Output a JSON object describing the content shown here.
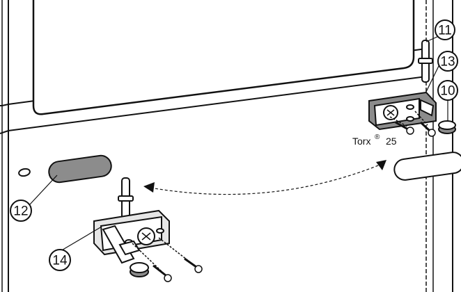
{
  "diagram": {
    "callouts": [
      "10",
      "11",
      "12",
      "13",
      "14"
    ],
    "torx_label": "Torx",
    "torx_mark": "®",
    "torx_size": "25"
  },
  "colors": {
    "line": "#111111",
    "grey_fill": "#8c8c8c",
    "light_fill": "#e6e6e6",
    "background": "#ffffff"
  }
}
